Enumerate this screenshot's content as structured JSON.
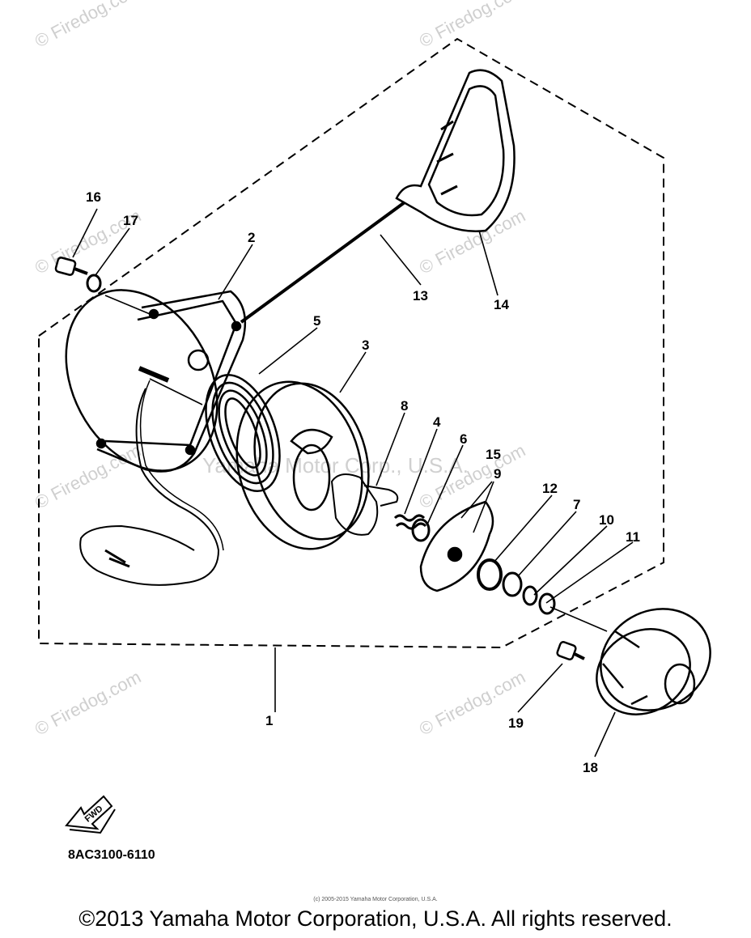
{
  "watermarks": {
    "site": "© Firedog.com",
    "center": "Yamaha Motor Corp., U.S.A."
  },
  "callouts": {
    "c1": "1",
    "c2": "2",
    "c3": "3",
    "c4": "4",
    "c5": "5",
    "c6": "6",
    "c7": "7",
    "c8": "8",
    "c9": "9",
    "c10": "10",
    "c11": "11",
    "c12": "12",
    "c13": "13",
    "c14": "14",
    "c15": "15",
    "c16": "16",
    "c17": "17",
    "c18": "18",
    "c19": "19"
  },
  "fwd_label": "FWD",
  "part_code": "8AC3100-6110",
  "small_copyright": "(c) 2005-2015 Yamaha Motor Corporation, U.S.A.",
  "copyright": "©2013 Yamaha Motor Corporation, U.S.A. All rights reserved."
}
